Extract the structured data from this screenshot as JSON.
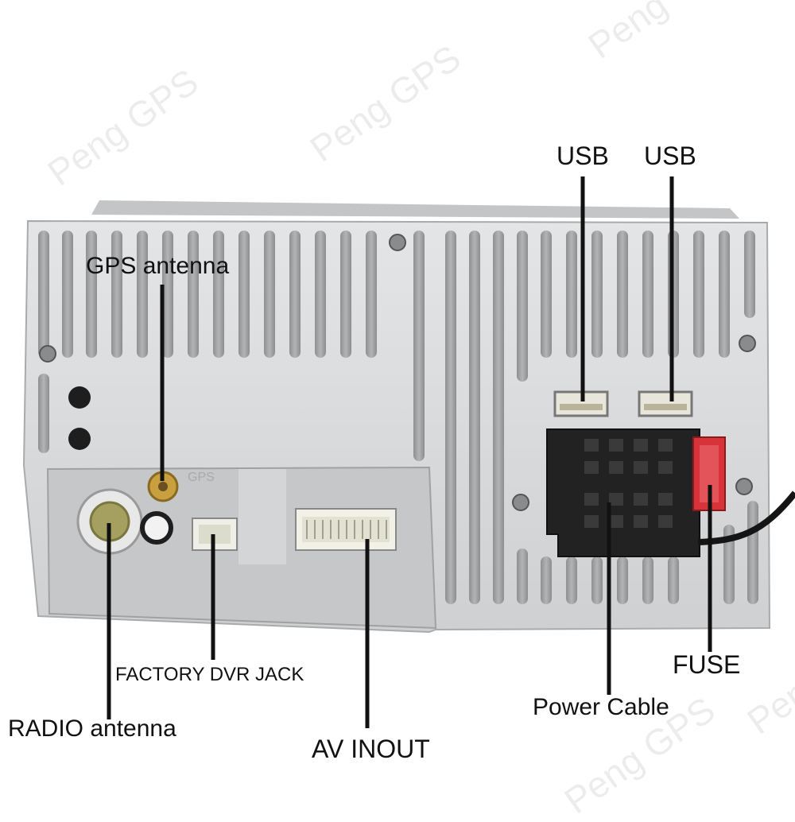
{
  "watermark": "Peng GPS",
  "connectors": {
    "usb_1": "USB",
    "usb_2": "USB",
    "gps_antenna": "GPS antenna",
    "fuse": "FUSE",
    "power_cable": "Power Cable",
    "factory_dvr_jack": "FACTORY DVR JACK",
    "radio_antenna": "RADIO antenna",
    "av_inout": "AV INOUT"
  },
  "panel_marking": "GPS",
  "colors": {
    "housing": "#d9dadb",
    "housing_dark": "#b9babc",
    "panel": "#cfd0d2",
    "connector_black": "#222222",
    "fuse_red": "#d9333a",
    "gps_gold": "#c8a040",
    "radio_jack": "#a5a060",
    "leader_line": "#111111"
  }
}
